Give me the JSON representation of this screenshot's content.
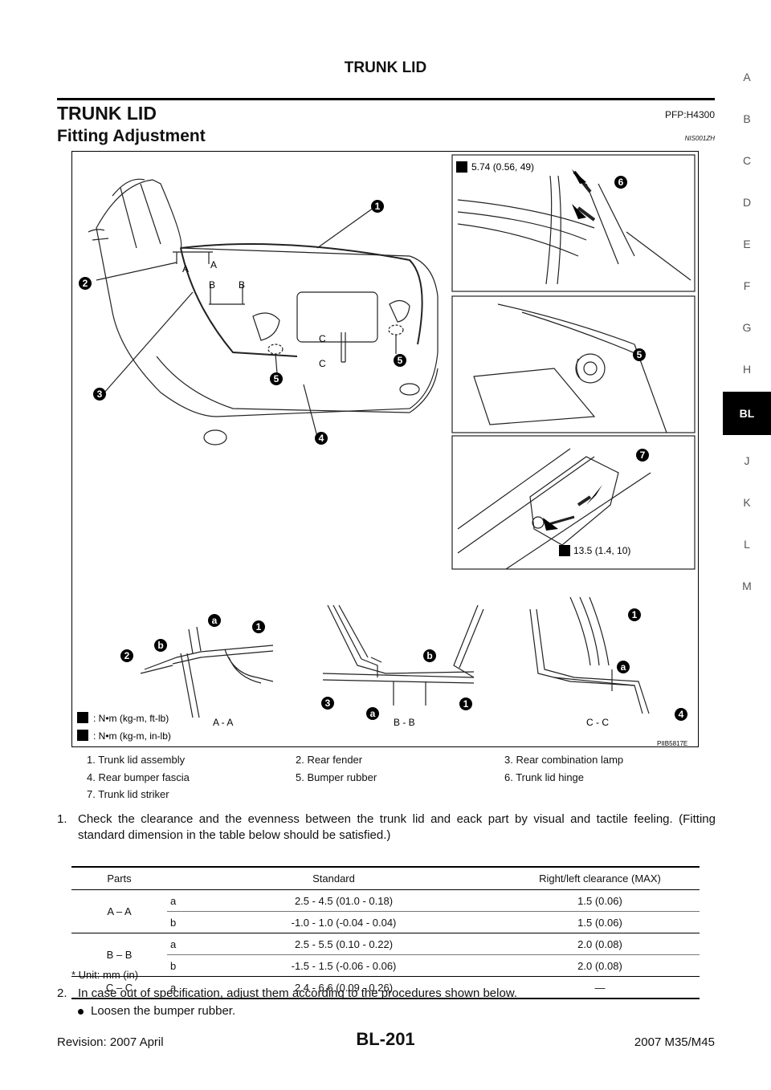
{
  "header": {
    "title": "TRUNK LID"
  },
  "section": {
    "title": "TRUNK LID",
    "code": "PFP:H4300"
  },
  "subsection": {
    "title": "Fitting Adjustment",
    "code": "NIS001ZH"
  },
  "side_index": [
    "A",
    "B",
    "C",
    "D",
    "E",
    "F",
    "G",
    "H",
    "BL",
    "J",
    "K",
    "L",
    "M"
  ],
  "side_index_active": "BL",
  "figure": {
    "torque_top": "5.74 (0.56, 49)",
    "torque_bottom": "13.5 (1.4, 10)",
    "legend_ft": ": N•m (kg-m, ft-lb)",
    "legend_in": ": N•m (kg-m, in-lb)",
    "section_aa": "A - A",
    "section_bb": "B - B",
    "section_cc": "C - C",
    "figure_code": "PIIB5817E",
    "callouts": [
      "1",
      "2",
      "3",
      "4",
      "5",
      "6",
      "7",
      "a",
      "b"
    ],
    "cut_letters": [
      "A",
      "B",
      "C"
    ]
  },
  "legend": [
    "1.   Trunk lid assembly",
    "2.   Rear fender",
    "3.   Rear combination lamp",
    "4.   Rear bumper fascia",
    "5.   Bumper rubber",
    "6.   Trunk lid hinge",
    "7.   Trunk lid striker"
  ],
  "step1": {
    "num": "1.",
    "text": "Check the clearance and the evenness between the trunk lid and eack part by visual and tactile feeling. (Fitting standard dimension in the table below should be satisfied.)"
  },
  "table": {
    "headers": [
      "Parts",
      "Standard",
      "Right/left clearance (MAX)"
    ],
    "rows": [
      {
        "part": "A – A",
        "items": [
          {
            "code": "a",
            "standard": "2.5 - 4.5 (01.0 - 0.18)",
            "max": "1.5 (0.06)"
          },
          {
            "code": "b",
            "standard": "-1.0 - 1.0 (-0.04 - 0.04)",
            "max": "1.5 (0.06)"
          }
        ]
      },
      {
        "part": "B – B",
        "items": [
          {
            "code": "a",
            "standard": "2.5 - 5.5 (0.10 - 0.22)",
            "max": "2.0 (0.08)"
          },
          {
            "code": "b",
            "standard": "-1.5 - 1.5 (-0.06 - 0.06)",
            "max": "2.0 (0.08)"
          }
        ]
      },
      {
        "part": "C – C",
        "items": [
          {
            "code": "a",
            "standard": "2.4 - 6.6 (0.09 - 0.26)",
            "max": "—"
          }
        ]
      }
    ],
    "unit_note": "* Unit: mm (in)"
  },
  "step2": {
    "num": "2.",
    "text": "In case out of specification, adjust them according to the procedures shown below."
  },
  "bullet": "Loosen the bumper rubber.",
  "footer": {
    "revision": "Revision: 2007 April",
    "page": "BL-201",
    "model": "2007 M35/M45"
  }
}
